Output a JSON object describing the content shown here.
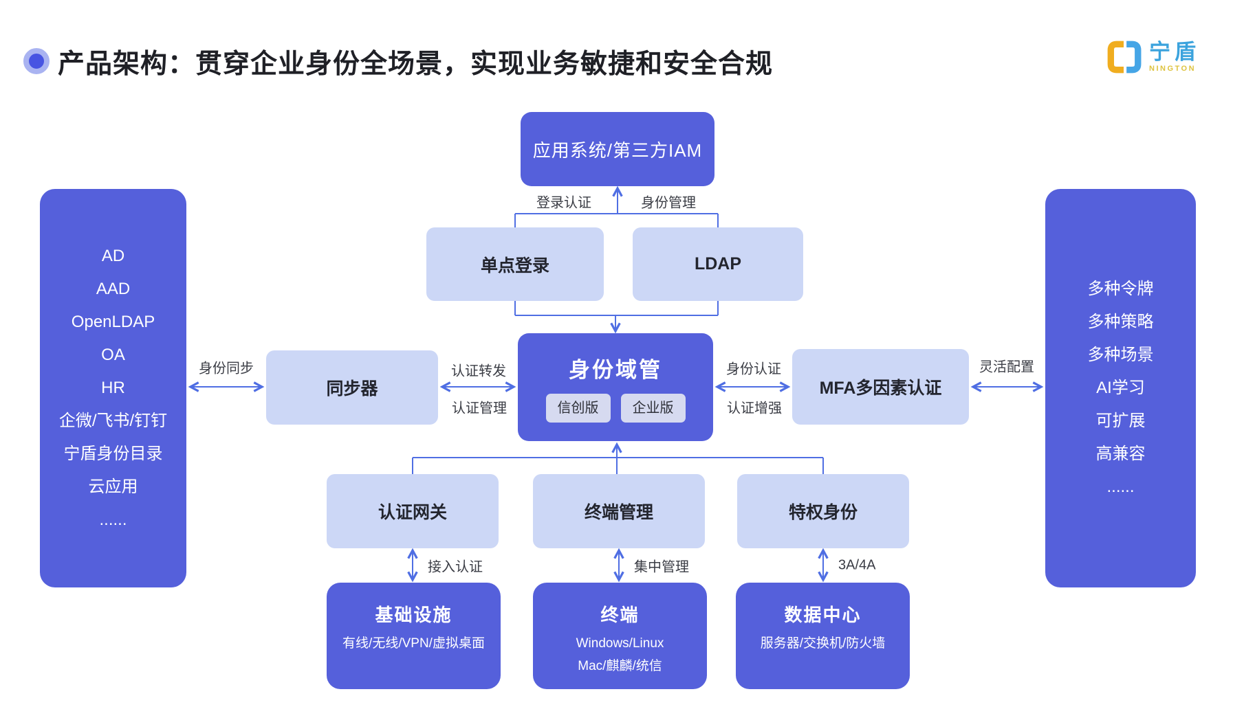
{
  "title": {
    "text": "产品架构：贯穿企业身份全场景，实现业务敏捷和安全合规"
  },
  "logo": {
    "name": "宁盾",
    "subname": "NINGTON"
  },
  "colors": {
    "primary_box": "#5560db",
    "light_box": "#ccd7f6",
    "badge_bg": "#d6daf0",
    "arrow": "#4f6ee3",
    "logo_blue": "#3ba3dd",
    "logo_yellow": "#f0ad1f",
    "title_bullet": "#4754e2"
  },
  "nodes": {
    "app": {
      "label": "应用系统/第三方IAM"
    },
    "sso": {
      "label": "单点登录"
    },
    "ldap": {
      "label": "LDAP"
    },
    "idm": {
      "label": "身份域管",
      "badges": [
        "信创版",
        "企业版"
      ]
    },
    "sync": {
      "label": "同步器"
    },
    "mfa": {
      "label": "MFA多因素认证"
    },
    "sources": {
      "items": [
        "AD",
        "AAD",
        "OpenLDAP",
        "OA",
        "HR",
        "企微/飞书/钉钉",
        "宁盾身份目录",
        "云应用",
        "......"
      ]
    },
    "features": {
      "items": [
        "多种令牌",
        "多种策略",
        "多种场景",
        "AI学习",
        "可扩展",
        "高兼容",
        "......"
      ]
    },
    "gateway": {
      "label": "认证网关"
    },
    "endpoint_mgmt": {
      "label": "终端管理"
    },
    "pam": {
      "label": "特权身份"
    },
    "infra": {
      "title": "基础设施",
      "lines": [
        "有线/无线/VPN/虚拟桌面"
      ]
    },
    "terminal": {
      "title": "终端",
      "lines": [
        "Windows/Linux",
        "Mac/麒麟/统信"
      ]
    },
    "datacenter": {
      "title": "数据中心",
      "lines": [
        "服务器/交换机/防火墙"
      ]
    }
  },
  "edge_labels": {
    "login_auth": "登录认证",
    "identity_mgmt": "身份管理",
    "identity_sync": "身份同步",
    "auth_forward": "认证转发",
    "auth_mgmt": "认证管理",
    "identity_auth": "身份认证",
    "auth_enhance": "认证增强",
    "flexible_config": "灵活配置",
    "access_auth": "接入认证",
    "central_mgmt": "集中管理",
    "aaa": "3A/4A"
  }
}
